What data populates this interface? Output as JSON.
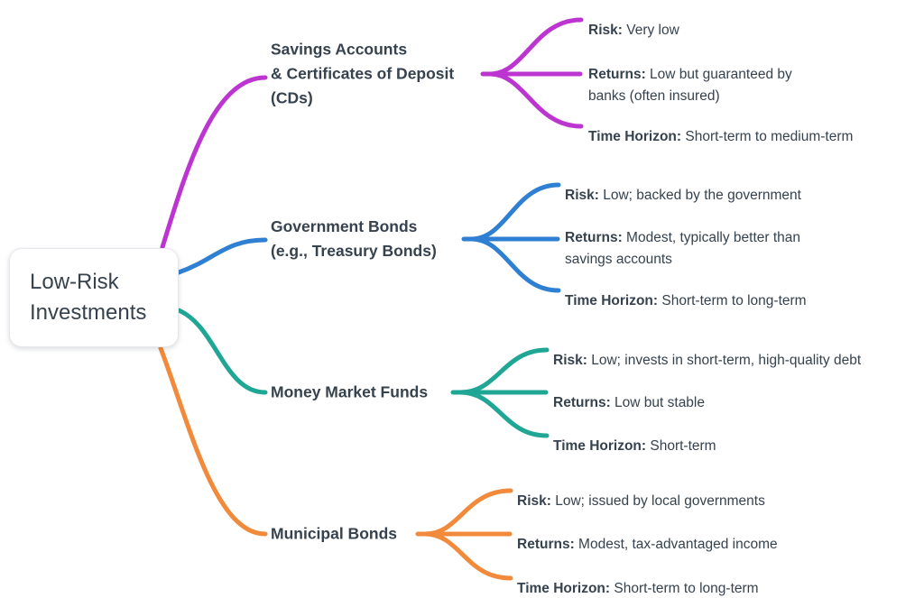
{
  "root": {
    "title": "Low-Risk\nInvestments"
  },
  "colors": {
    "savings": "#BC35D0",
    "government": "#2F80D2",
    "money_market": "#1FA694",
    "municipal": "#F18A3B",
    "text": "#36424E"
  },
  "branches": [
    {
      "label": "Savings Accounts\n& Certificates of Deposit\n(CDs)",
      "leaves": [
        {
          "prefix": "Risk:",
          "text": " Very low"
        },
        {
          "prefix": "Returns:",
          "text": " Low but guaranteed by\nbanks (often insured)"
        },
        {
          "prefix": "Time Horizon:",
          "text": " Short-term to medium-term"
        }
      ]
    },
    {
      "label": "Government Bonds\n(e.g., Treasury Bonds)",
      "leaves": [
        {
          "prefix": "Risk:",
          "text": " Low; backed by the government"
        },
        {
          "prefix": "Returns:",
          "text": " Modest, typically better than\nsavings accounts"
        },
        {
          "prefix": "Time Horizon:",
          "text": " Short-term to long-term"
        }
      ]
    },
    {
      "label": "Money Market Funds",
      "leaves": [
        {
          "prefix": "Risk:",
          "text": " Low; invests in short-term, high-quality debt"
        },
        {
          "prefix": "Returns:",
          "text": " Low but stable"
        },
        {
          "prefix": "Time Horizon:",
          "text": " Short-term"
        }
      ]
    },
    {
      "label": "Municipal Bonds",
      "leaves": [
        {
          "prefix": "Risk:",
          "text": " Low; issued by local governments"
        },
        {
          "prefix": "Returns:",
          "text": " Modest, tax-advantaged income"
        },
        {
          "prefix": "Time Horizon:",
          "text": " Short-term to long-term"
        }
      ]
    }
  ]
}
